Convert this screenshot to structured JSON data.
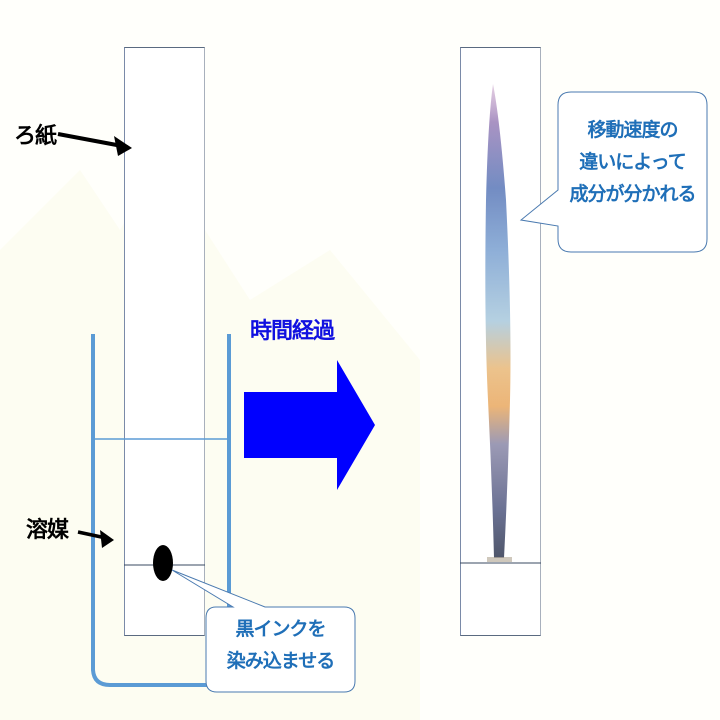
{
  "labels": {
    "filter_paper": "ろ紙",
    "solvent": "溶媒",
    "time_elapsed": "時間経過"
  },
  "callouts": {
    "ink": {
      "line1": "黒インクを",
      "line2": "染み込ませる"
    },
    "separation": {
      "line1": "移動速度の",
      "line2": "違いによって",
      "line3": "成分が分かれる"
    }
  },
  "colors": {
    "beaker": "#5b9bd5",
    "arrow": "#0000ff",
    "callout_text": "#1f6fb8",
    "ink_dot": "#000000"
  },
  "chromatogram_bands": [
    "purple",
    "blue",
    "light-blue",
    "orange",
    "dark-navy"
  ]
}
